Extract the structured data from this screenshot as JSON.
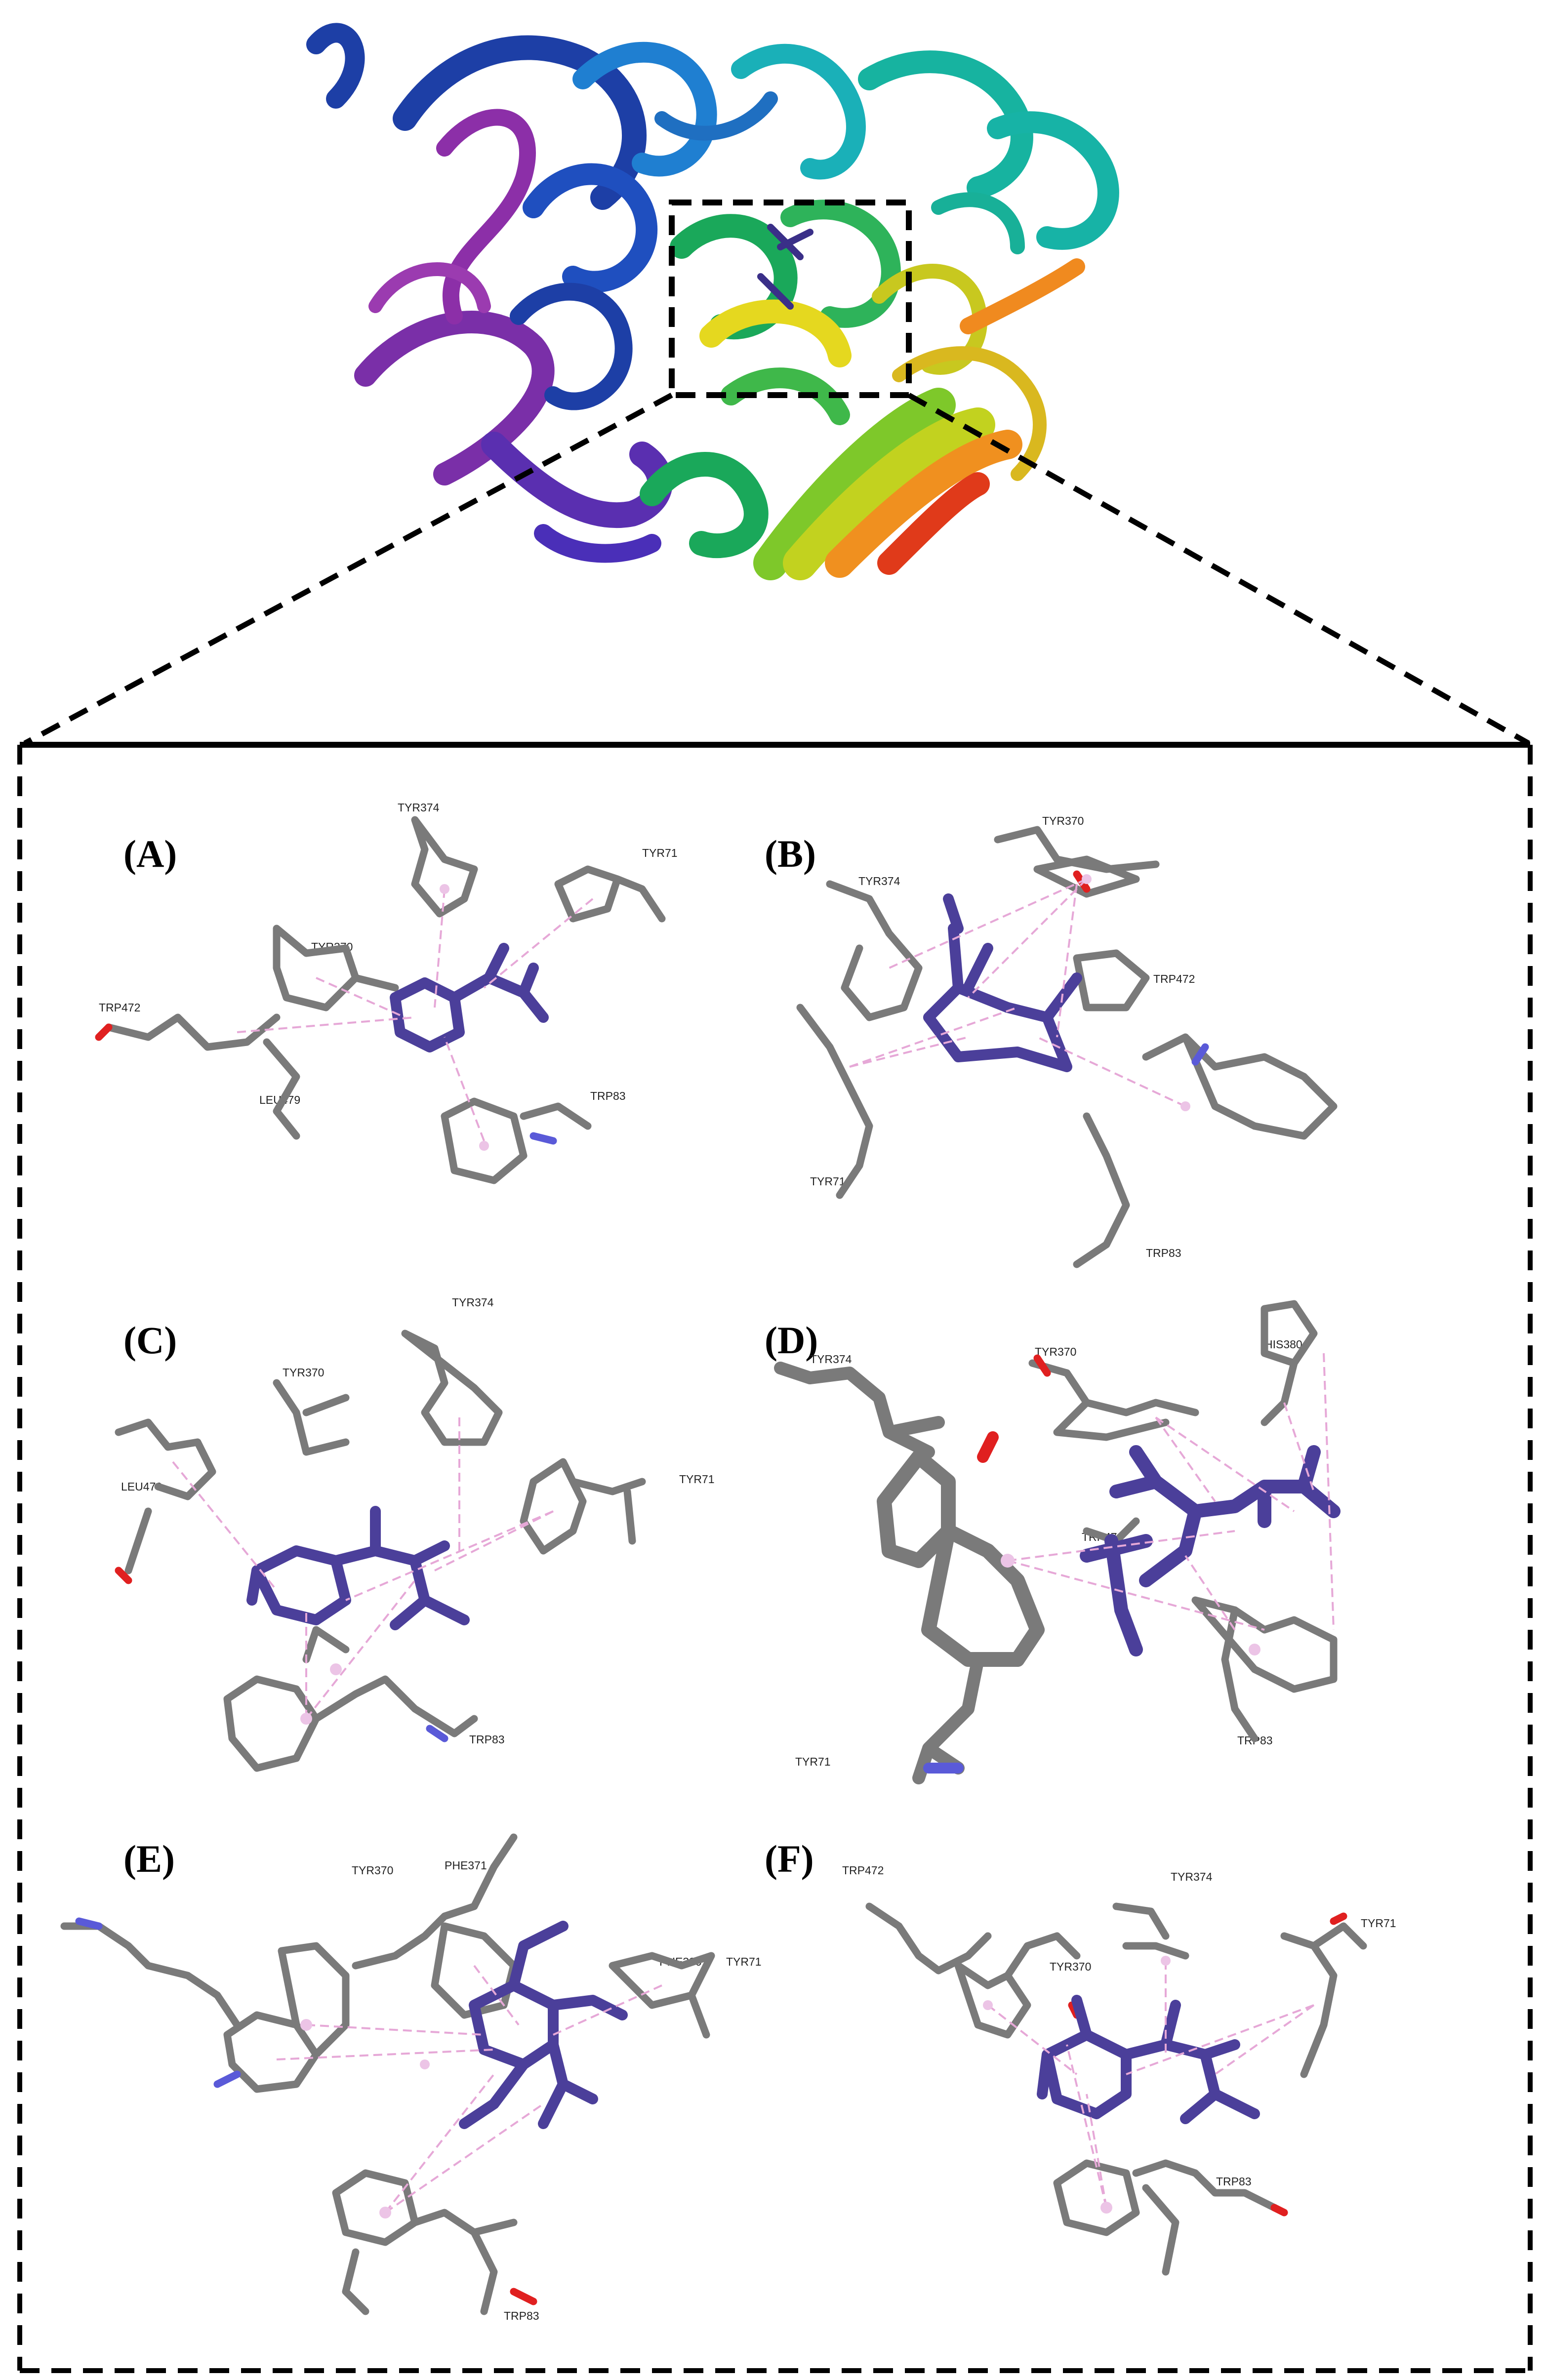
{
  "panels": [
    {
      "id": "A",
      "label": "(A)",
      "residues": [
        "TYR374",
        "TYR71",
        "TYR370",
        "TRP472",
        "LEU479",
        "TRP83"
      ]
    },
    {
      "id": "B",
      "label": "(B)",
      "residues": [
        "TYR370",
        "TYR374",
        "TRP472",
        "TYR71",
        "TRP83"
      ]
    },
    {
      "id": "C",
      "label": "(C)",
      "residues": [
        "TYR374",
        "TYR370",
        "LEU479",
        "TYR71",
        "TRP83"
      ]
    },
    {
      "id": "D",
      "label": "(D)",
      "residues": [
        "TYR370",
        "TYR374",
        "HIS380",
        "TRP472",
        "TYR71",
        "TRP83"
      ]
    },
    {
      "id": "E",
      "label": "(E)",
      "residues": [
        "TYR370",
        "PHE371",
        "PHE330",
        "TYR71",
        "TRP83"
      ]
    },
    {
      "id": "F",
      "label": "(F)",
      "residues": [
        "TRP472",
        "TYR374",
        "TYR71",
        "TYR370",
        "TRP83"
      ]
    }
  ],
  "colors": {
    "ligand": "#4b3f9a",
    "residue_sticks": "#7a7a7a",
    "interaction_lines": "#e6a8d7",
    "oxygen": "#e02020",
    "nitrogen": "#5a5ad8",
    "protein_ribbon": [
      "#7a2fa8",
      "#1d3fa6",
      "#1f7fd1",
      "#17b3b0",
      "#1aa85a",
      "#7ec82a",
      "#e5d81f",
      "#f0901f",
      "#e03a1a"
    ]
  }
}
